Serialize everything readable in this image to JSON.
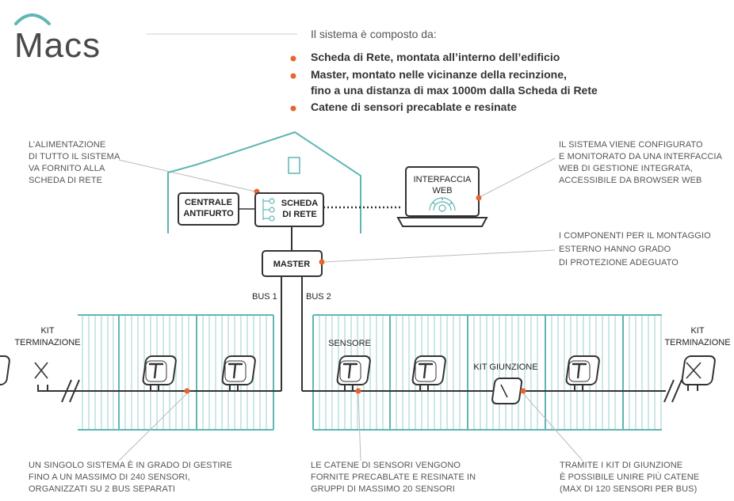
{
  "brand": {
    "logo_text": "Macs",
    "accent": "#e8652b",
    "line_color": "#5fb6b3",
    "dark": "#333333"
  },
  "intro": {
    "heading": "Il sistema è composto da:",
    "bullets": [
      "Scheda di Rete, montata all’interno dell’edificio",
      "Master, montato nelle vicinanze della recinzione,",
      "fino a una distanza di max 1000m dalla Scheda di Rete",
      "Catene di sensori precablate e resinate"
    ]
  },
  "notes": {
    "power": [
      "L’ALIMENTAZIONE",
      "DI TUTTO IL SISTEMA",
      "VA FORNITO ALLA",
      "SCHEDA DI RETE"
    ],
    "config": [
      "IL SISTEMA VIENE CONFIGURATO",
      "E MONITORATO DA UNA INTERFACCIA",
      "WEB DI GESTIONE INTEGRATA,",
      "ACCESSIBILE DA BROWSER WEB"
    ],
    "components": [
      "I COMPONENTI PER IL MONTAGGIO",
      "ESTERNO HANNO GRADO",
      "DI PROTEZIONE ADEGUATO"
    ],
    "capacity": [
      "UN SINGOLO SISTEMA È IN GRADO DI GESTIRE",
      "FINO A UN MASSIMO DI 240 SENSORI,",
      "ORGANIZZATI SU 2 BUS SEPARATI"
    ],
    "chains": [
      "LE CATENE DI SENSORI VENGONO",
      "FORNITE PRECABLATE E RESINATE IN",
      "GRUPPI DI MASSIMO 20 SENSORI"
    ],
    "junction": [
      "TRAMITE I KIT DI GIUNZIONE",
      "È POSSIBILE UNIRE PIÙ CATENE",
      "(MAX DI 120 SENSORI PER BUS)"
    ]
  },
  "boxes": {
    "centrale": [
      "CENTRALE",
      "ANTIFURTO"
    ],
    "scheda": [
      "SCHEDA",
      "DI RETE"
    ],
    "interfaccia": [
      "INTERFACCIA",
      "WEB"
    ],
    "master": "MASTER"
  },
  "labels": {
    "bus1": "BUS 1",
    "bus2": "BUS 2",
    "kit_term_left": [
      "KIT",
      "TERMINAZIONE"
    ],
    "kit_term_right": [
      "KIT",
      "TERMINAZIONE"
    ],
    "sensore": "SENSORE",
    "kit_giunzione": "KIT GIUNZIONE"
  }
}
